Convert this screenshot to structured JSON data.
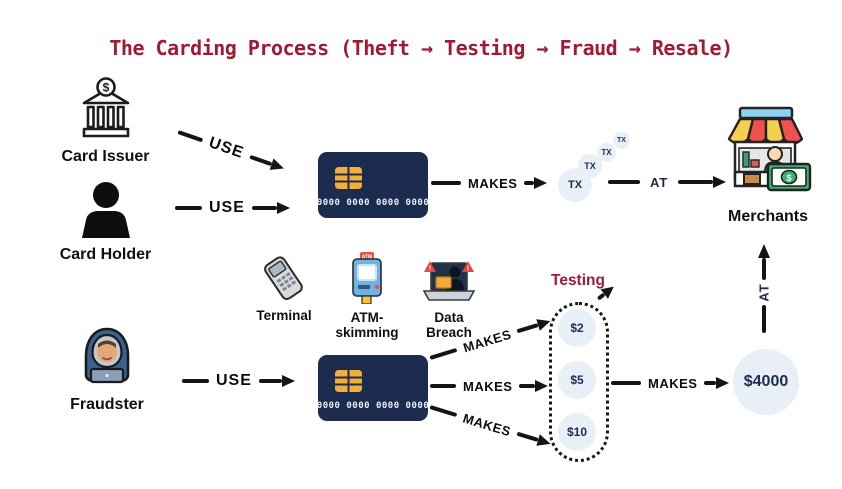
{
  "title": "The Carding Process (Theft → Testing → Fraud → Resale)",
  "nodes": {
    "card_issuer": "Card Issuer",
    "card_holder": "Card Holder",
    "fraudster": "Fraudster",
    "merchants": "Merchants"
  },
  "tools": {
    "terminal": "Terminal",
    "atm_line1": "ATM-",
    "atm_line2": "skimming",
    "atm_sign": "ATM",
    "breach_line1": "Data",
    "breach_line2": "Breach"
  },
  "card": {
    "number": "0000 0000 0000 0000"
  },
  "tx_label": "TX",
  "edges": {
    "use": "USE",
    "makes": "MAKES",
    "at": "AT"
  },
  "testing": {
    "label": "Testing",
    "amounts": [
      "$2",
      "$5",
      "$10"
    ]
  },
  "resale": {
    "amount": "$4000"
  },
  "symbols": {
    "dollar": "$",
    "warning": "!"
  },
  "colors": {
    "title_red": "#9e1b33",
    "card_navy": "#1c2c4e",
    "chip_gold": "#f0ae3c",
    "bubble_bg": "#e9eff6",
    "arrow_black": "#141414"
  }
}
